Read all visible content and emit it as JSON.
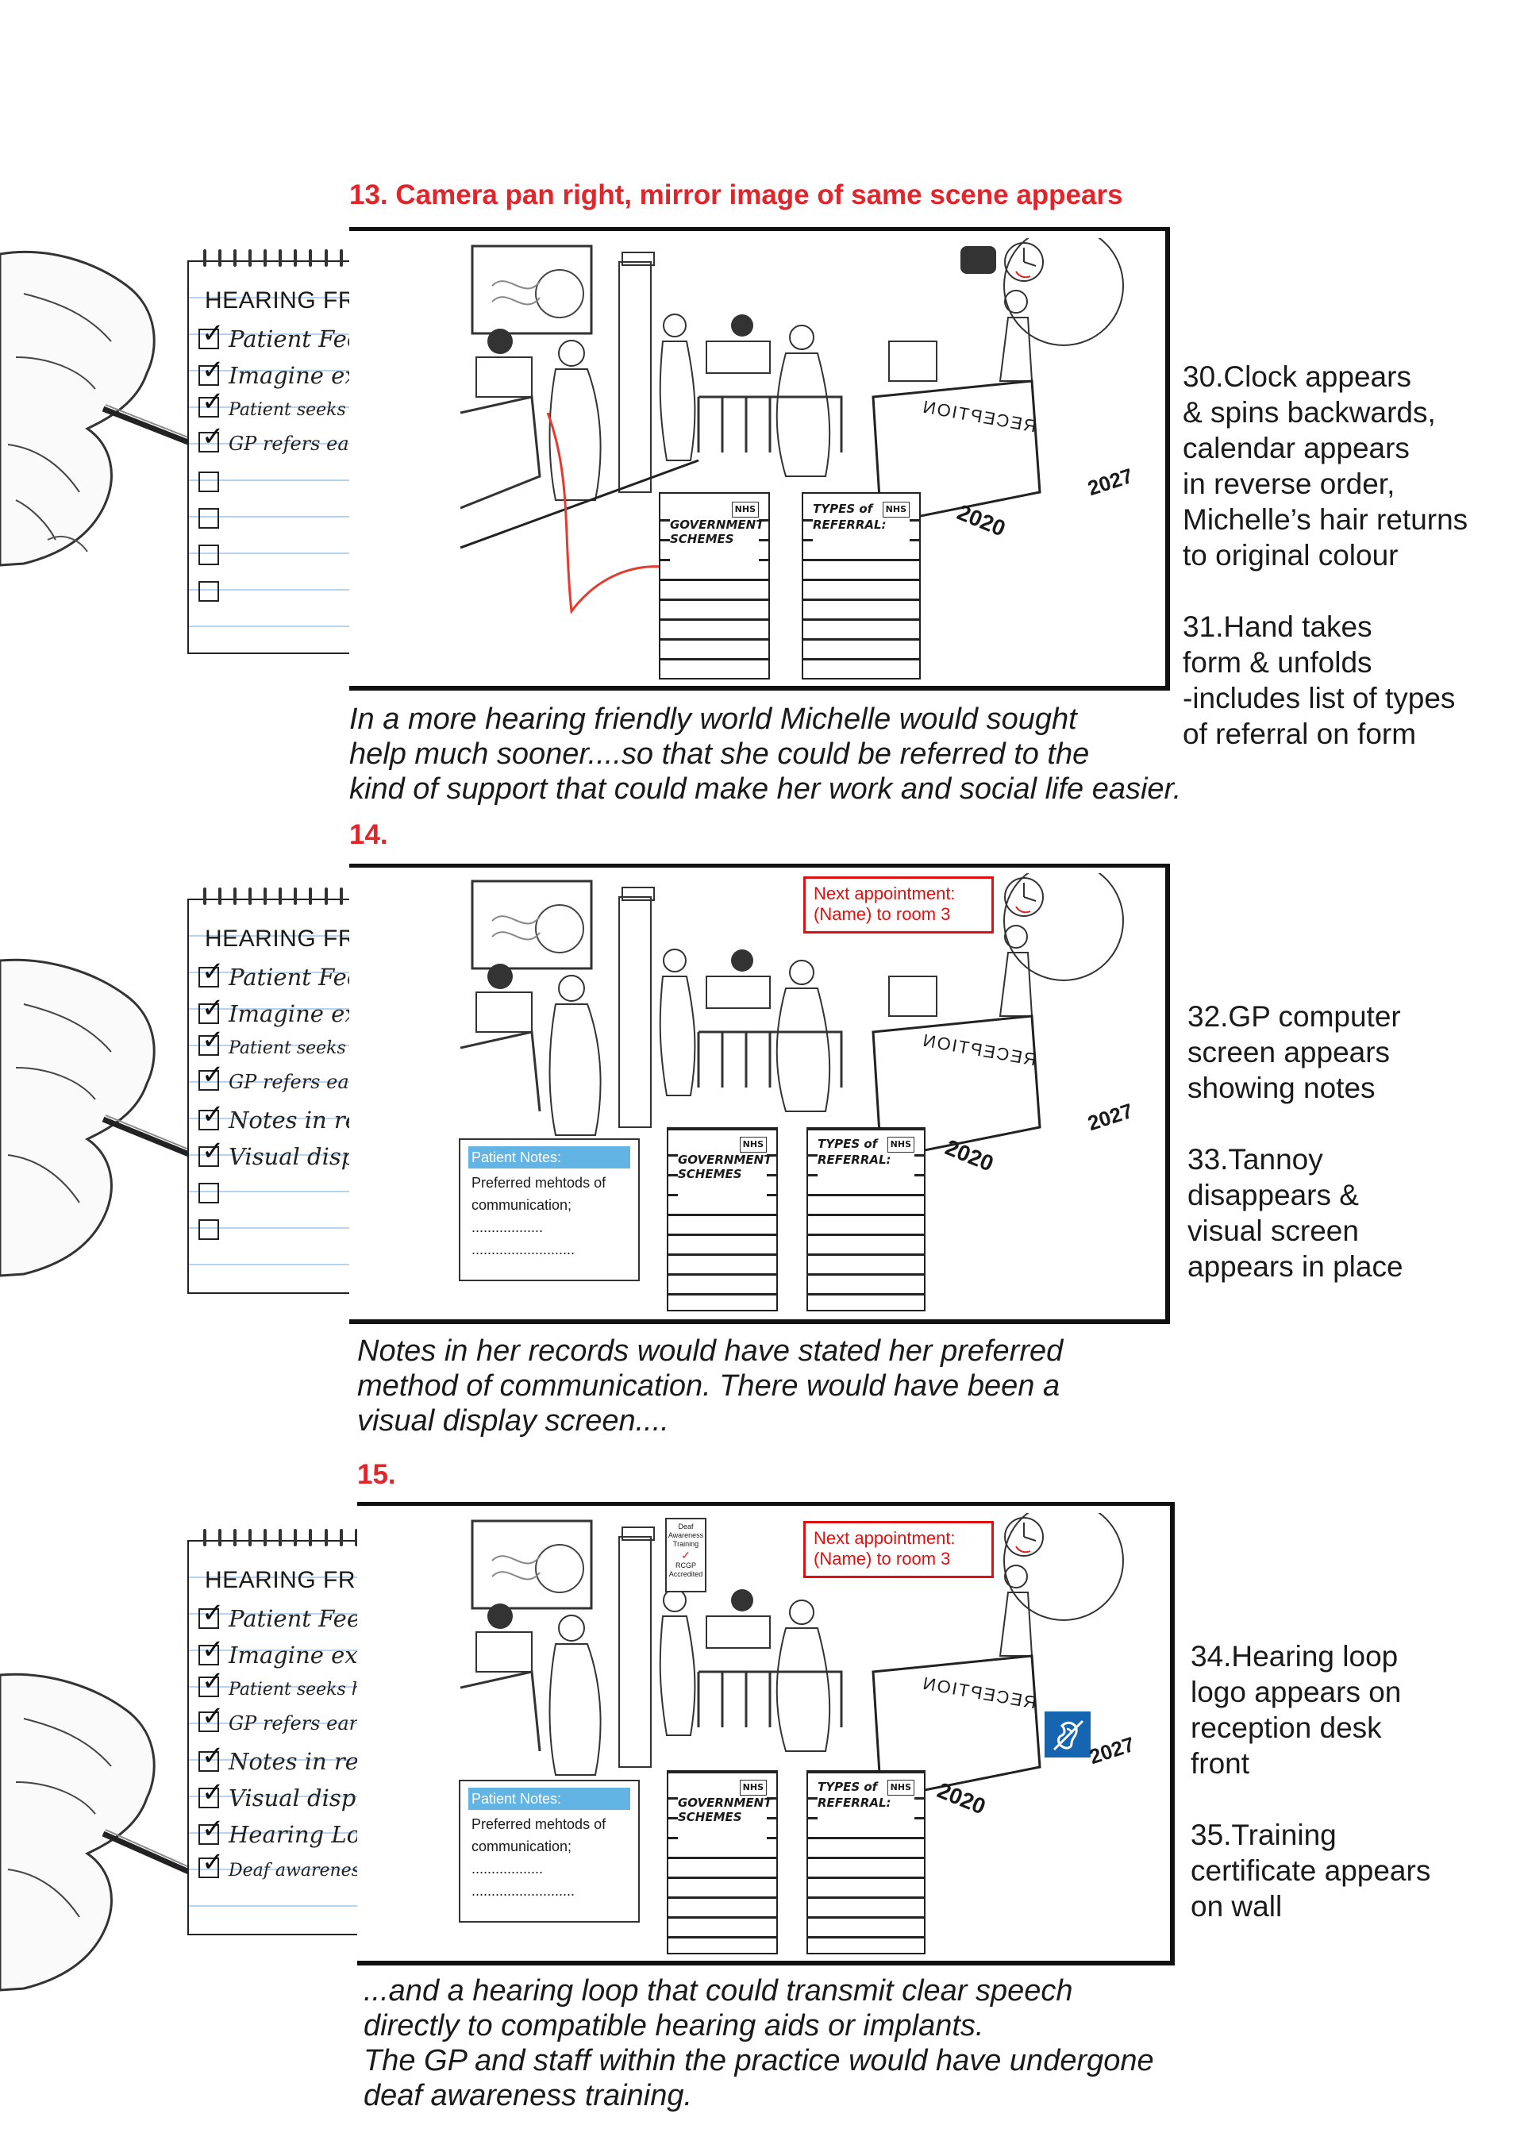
{
  "scene13": {
    "heading": "13. Camera pan right, mirror image of same scene appears",
    "notepad": {
      "title": "HEARING FRIENDLY",
      "items": [
        {
          "label": "Patient Feedback",
          "checked": true
        },
        {
          "label": "Imagine experience",
          "checked": true
        },
        {
          "label": "Patient seeks help earlier",
          "checked": true
        },
        {
          "label": "GP refers early",
          "checked": true
        },
        {
          "label": "",
          "checked": false
        },
        {
          "label": "",
          "checked": false
        },
        {
          "label": "",
          "checked": false
        },
        {
          "label": "",
          "checked": false
        }
      ]
    },
    "forms": {
      "left_title": "GOVERNMENT SCHEMES",
      "right_title": "TYPES of REFERRAL:",
      "nhs": "NHS"
    },
    "reception_sign": "RECEPTION",
    "calendar_years": [
      "2020",
      "2027"
    ],
    "notes": [
      "30.Clock appears",
      "& spins backwards,",
      "calendar appears",
      "in reverse order,",
      "Michelle’s hair returns",
      "to original colour",
      "",
      "31.Hand takes",
      "form & unfolds",
      "-includes list of types",
      "of referral on form"
    ],
    "caption": [
      "In a more hearing friendly world Michelle would sought",
      "help much sooner....so that she could be referred to the",
      "kind of support that could make her work and social life easier."
    ]
  },
  "scene14": {
    "heading": "14.",
    "notepad": {
      "title": "HEARING FRIENDLY",
      "items": [
        {
          "label": "Patient Feedback",
          "checked": true
        },
        {
          "label": "Imagine experience",
          "checked": true
        },
        {
          "label": "Patient seeks help earlier",
          "checked": true
        },
        {
          "label": "GP refers early",
          "checked": true
        },
        {
          "label": "Notes in records",
          "checked": true
        },
        {
          "label": "Visual display",
          "checked": true
        },
        {
          "label": "",
          "checked": false
        },
        {
          "label": "",
          "checked": false
        }
      ]
    },
    "appointment": {
      "line1": "Next appointment:",
      "line2": "(Name) to room 3"
    },
    "patient_notes": {
      "header": "Patient Notes:",
      "line1": "Preferred mehtods of",
      "line2": "communication;",
      "line3": "..................",
      "line4": ".........................."
    },
    "forms": {
      "left_title": "GOVERNMENT SCHEMES",
      "right_title": "TYPES of REFERRAL:",
      "nhs": "NHS"
    },
    "reception_sign": "RECEPTION",
    "calendar_years": [
      "2020",
      "2027"
    ],
    "notes": [
      "32.GP computer",
      "screen appears",
      "showing notes",
      "",
      "33.Tannoy",
      "disappears &",
      "visual screen",
      "appears in place"
    ],
    "caption": [
      "Notes in her records would have stated her preferred",
      "method of communication. There would have been a",
      "visual display screen...."
    ]
  },
  "scene15": {
    "heading": "15.",
    "notepad": {
      "title": "HEARING FRIENDLY",
      "items": [
        {
          "label": "Patient Feedback",
          "checked": true
        },
        {
          "label": "Imagine experience",
          "checked": true
        },
        {
          "label": "Patient seeks help earlier",
          "checked": true
        },
        {
          "label": "GP refers early",
          "checked": true
        },
        {
          "label": "Notes in records",
          "checked": true
        },
        {
          "label": "Visual display",
          "checked": true
        },
        {
          "label": "Hearing Loop",
          "checked": true
        },
        {
          "label": "Deaf awareness training",
          "checked": true
        }
      ]
    },
    "appointment": {
      "line1": "Next appointment:",
      "line2": "(Name) to room 3"
    },
    "certificate": {
      "line1": "Deaf",
      "line2": "Awareness",
      "line3": "Training",
      "line4": "RCGP",
      "line5": "Accredited"
    },
    "patient_notes": {
      "header": "Patient Notes:",
      "line1": "Preferred mehtods of",
      "line2": "communication;",
      "line3": "..................",
      "line4": ".........................."
    },
    "forms": {
      "left_title": "GOVERNMENT SCHEMES",
      "right_title": "TYPES of REFERRAL:",
      "nhs": "NHS"
    },
    "reception_sign": "RECEPTION",
    "calendar_years": [
      "2020",
      "2027"
    ],
    "notes": [
      "34.Hearing loop",
      "logo appears on",
      "reception desk",
      "front",
      "",
      "35.Training",
      "certificate appears",
      "on wall"
    ],
    "caption": [
      "...and a hearing loop that could transmit clear speech",
      "directly to compatible hearing aids or implants.",
      "The GP and staff within the practice would have undergone",
      "deaf awareness training."
    ]
  },
  "colors": {
    "heading_red": "#e0252b",
    "hearing_loop_blue": "#1565b0",
    "notes_header_blue": "#62b4e5"
  }
}
